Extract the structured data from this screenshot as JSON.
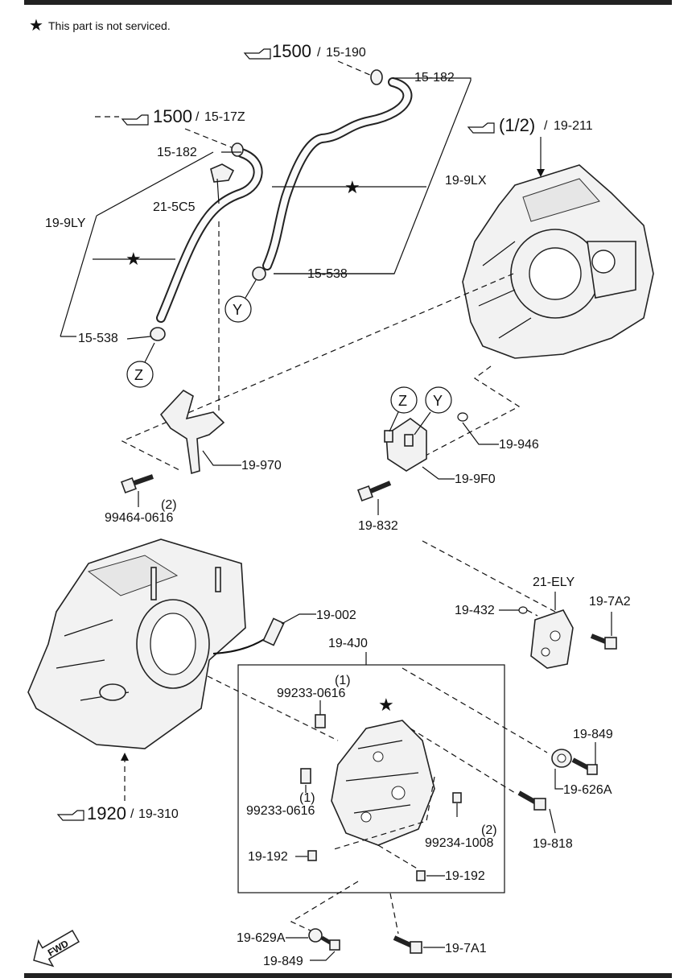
{
  "note": {
    "symbol": "★",
    "text": "This part is not serviced."
  },
  "references": [
    {
      "id": "ref-1500-15-190",
      "group": "1500",
      "ref": "15-190"
    },
    {
      "id": "ref-1500-15-17z",
      "group": "1500",
      "ref": "15-17Z"
    },
    {
      "id": "ref-12-19-211",
      "group": "(1/2)",
      "ref": "19-211"
    },
    {
      "id": "ref-1920-19-310",
      "group": "1920",
      "ref": "19-310"
    }
  ],
  "ref_separator": "/",
  "callouts": {
    "c15_182_top": "15-182",
    "c15_182_left": "15-182",
    "c21_5c5": "21-5C5",
    "c19_9ly": "19-9LY",
    "c19_9lx": "19-9LX",
    "c15_538_right": "15-538",
    "c15_538_left": "15-538",
    "c19_970": "19-970",
    "c99464_qty": "(2)",
    "c99464": "99464-0616",
    "c19_946": "19-946",
    "c19_9f0": "19-9F0",
    "c19_832": "19-832",
    "c21_ely": "21-ELY",
    "c19_432": "19-432",
    "c19_7a2": "19-7A2",
    "c19_002": "19-002",
    "c19_4j0": "19-4J0",
    "c99233_top_qty": "(1)",
    "c99233_top": "99233-0616",
    "c99233_bottom_qty": "(1)",
    "c99233_bottom": "99233-0616",
    "c99234_qty": "(2)",
    "c99234": "99234-1008",
    "c19_192_left": "19-192",
    "c19_192_right": "19-192",
    "c19_849_right": "19-849",
    "c19_626a": "19-626A",
    "c19_818": "19-818",
    "c19_629a": "19-629A",
    "c19_849_bottom": "19-849",
    "c19_7a1": "19-7A1"
  },
  "markers": {
    "y_top": "Y",
    "z_left": "Z",
    "z_cooler": "Z",
    "y_cooler": "Y"
  },
  "star": "★",
  "fwd": "FWD",
  "icons": {
    "reference": "pointing-hand-icon",
    "star": "star-icon",
    "fwd": "fwd-arrow-icon"
  }
}
